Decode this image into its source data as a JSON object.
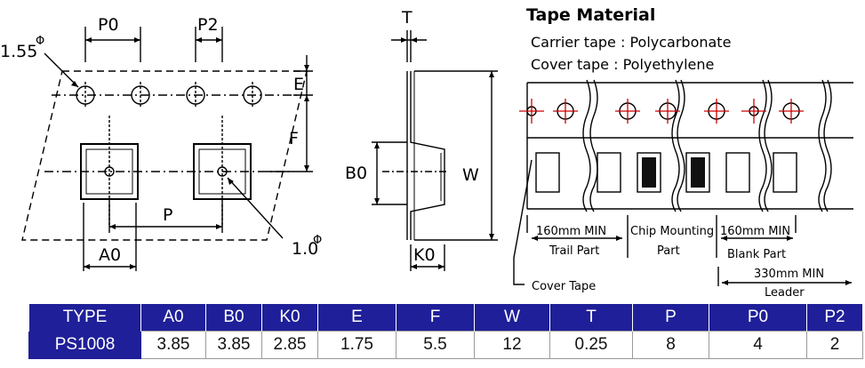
{
  "labels": {
    "P0": "P0",
    "P2": "P2",
    "hole_dia": "1.55",
    "center_dia": "1.0",
    "phi": "Φ",
    "E": "E",
    "F": "F",
    "P": "P",
    "A0": "A0",
    "T": "T",
    "B0": "B0",
    "W": "W",
    "K0": "K0"
  },
  "material": {
    "title": "Tape Material",
    "carrier": "Carrier tape : Polycarbonate",
    "cover": "Cover tape : Polyethylene"
  },
  "reel": {
    "trail_len": "160mm MIN",
    "trail_name": "Trail  Part",
    "chip_title": "Chip Mounting",
    "chip_part": "Part",
    "blank_len": "160mm MIN",
    "blank_name": "Blank Part",
    "leader_len": "330mm MIN",
    "leader_name": "Leader",
    "cover_tape": "Cover Tape"
  },
  "table": {
    "headers": [
      "TYPE",
      "A0",
      "B0",
      "K0",
      "E",
      "F",
      "W",
      "T",
      "P",
      "P0",
      "P2"
    ],
    "row": [
      "PS1008",
      "3.85",
      "3.85",
      "2.85",
      "1.75",
      "5.5",
      "12",
      "0.25",
      "8",
      "4",
      "2"
    ]
  },
  "colors": {
    "header_bg": "#1f1f99",
    "header_text": "#ffffff",
    "hole_mark": "#cc0000"
  }
}
